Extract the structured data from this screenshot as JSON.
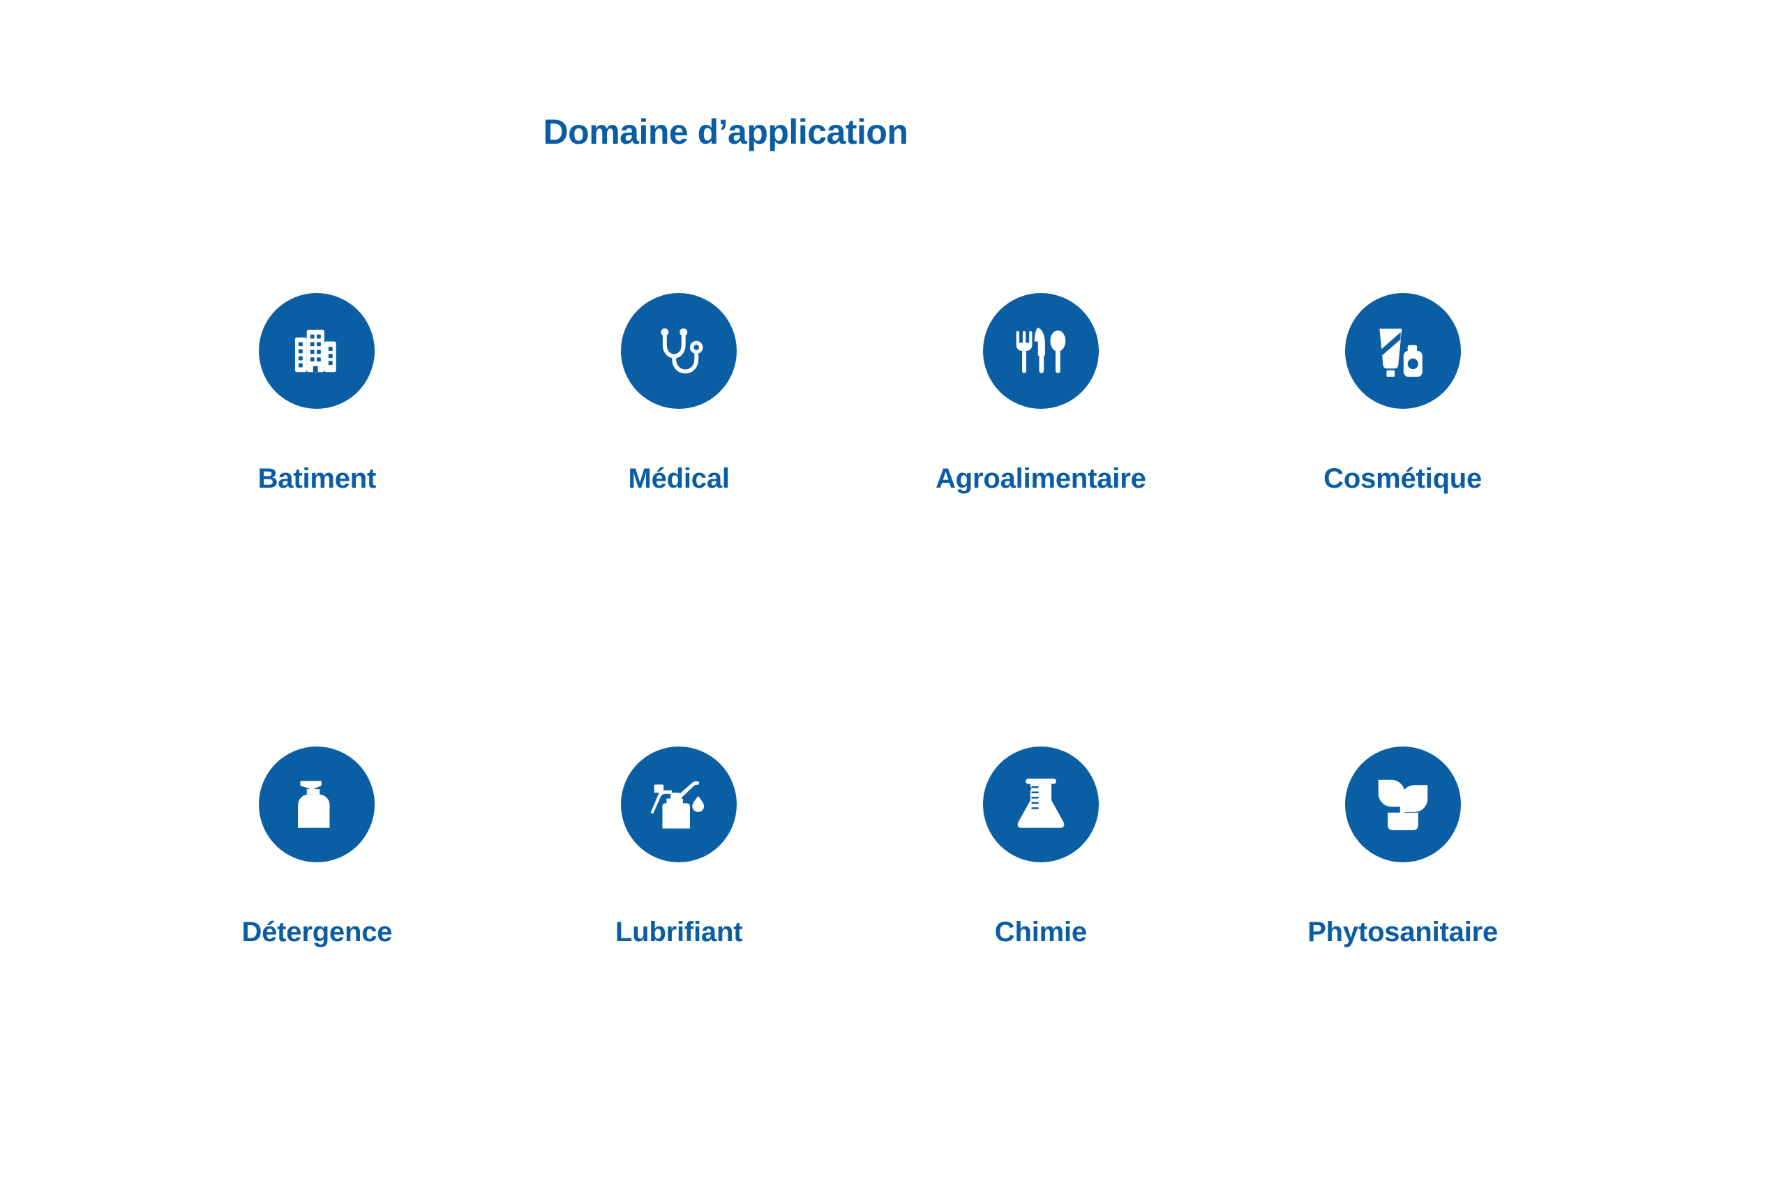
{
  "page": {
    "background_color": "#ffffff",
    "title": "Domaine d’application",
    "brand_blue": "#0a5ea4",
    "label_blue": "#0a5da3",
    "icon_color": "#ffffff"
  },
  "grid": {
    "columns": 4,
    "rows": 2,
    "items": [
      {
        "label": "Batiment",
        "icon": "office-buildings-icon"
      },
      {
        "label": "Médical",
        "icon": "stethoscope-icon"
      },
      {
        "label": "Agroalimentaire",
        "icon": "fork-knife-spoon-icon"
      },
      {
        "label": "Cosmétique",
        "icon": "cosmetic-tube-bottle-icon"
      },
      {
        "label": "Détergence",
        "icon": "soap-dispenser-icon"
      },
      {
        "label": "Lubrifiant",
        "icon": "oil-can-drop-icon"
      },
      {
        "label": "Chimie",
        "icon": "erlenmeyer-flask-icon"
      },
      {
        "label": "Phytosanitaire",
        "icon": "potted-plant-icon"
      }
    ]
  }
}
